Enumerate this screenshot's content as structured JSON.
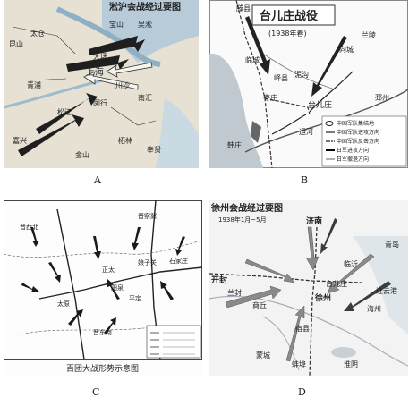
{
  "panels": [
    {
      "letter": "A",
      "title": "淞沪会战经过要图",
      "places": [
        "上海",
        "昆山",
        "太仓",
        "大场",
        "松江",
        "南汇",
        "吴淞",
        "宝山",
        "川沙",
        "闵行",
        "青浦",
        "嘉兴",
        "金山",
        "柘林",
        "奉贤"
      ]
    },
    {
      "letter": "B",
      "title": "台儿庄战役",
      "subtitle": "(1938年春)",
      "places": [
        "滕县",
        "临城",
        "峄县",
        "枣庄",
        "台儿庄",
        "邳州",
        "运河",
        "兰陵",
        "向城",
        "泥沟",
        "韩庄"
      ],
      "legend": [
        "中国军队集结地",
        "中国军队进攻方向",
        "中国军队反击方向",
        "日军进攻方向",
        "日军撤退方向"
      ]
    },
    {
      "letter": "C",
      "title": "百团大战形势示意图",
      "places": [
        "晋西北",
        "晋察冀",
        "正太",
        "太原",
        "晋东南",
        "阳泉",
        "平定",
        "娘子关",
        "石家庄"
      ]
    },
    {
      "letter": "D",
      "title": "徐州会战经过要图",
      "subtitle": "1938年1月~5月",
      "places": [
        "济南",
        "青岛",
        "开封",
        "徐州",
        "台儿庄",
        "临沂",
        "连云港",
        "蚌埠",
        "宿县",
        "商丘",
        "兰封",
        "蒙城",
        "淮阴",
        "海州"
      ]
    }
  ],
  "colors": {
    "ink": "#2b2b2b",
    "water": "#b9cfdc",
    "landA": "#e9e4d6",
    "sea": "#cfdfe8"
  }
}
